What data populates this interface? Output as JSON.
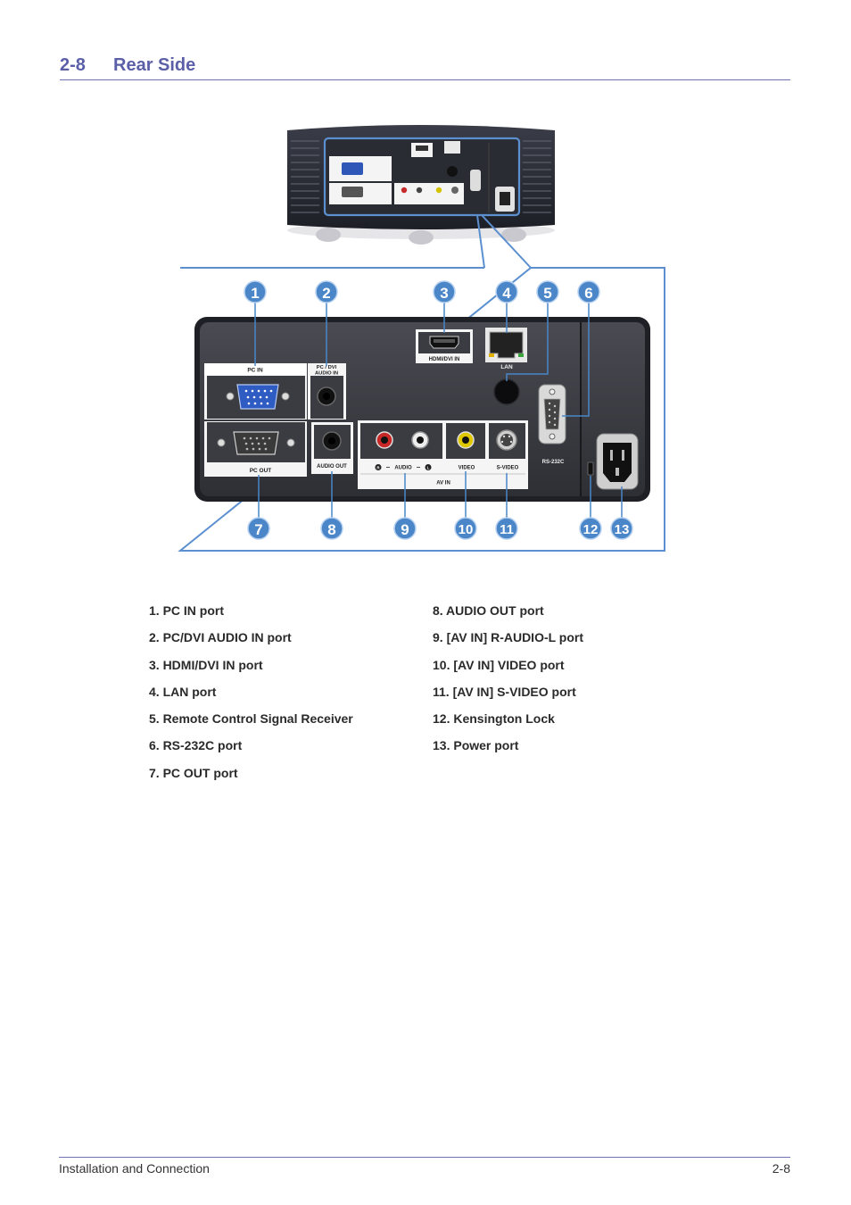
{
  "section": {
    "number": "2-8",
    "title": "Rear Side"
  },
  "callouts": [
    "1",
    "2",
    "3",
    "4",
    "5",
    "6",
    "7",
    "8",
    "9",
    "10",
    "11",
    "12",
    "13"
  ],
  "panel_labels": {
    "pc_in": "PC IN",
    "pc_dvi_audio_in_line1": "PC / DVI",
    "pc_dvi_audio_in_line2": "AUDIO IN",
    "hdmi_dvi_in": "HDMI/DVI IN",
    "lan": "LAN",
    "pc_out": "PC OUT",
    "audio_out": "AUDIO OUT",
    "audio": "AUDIO",
    "video": "VIDEO",
    "s_video": "S-VIDEO",
    "av_in": "AV IN",
    "rs232c": "RS-232C",
    "r": "R",
    "l": "L"
  },
  "ports_left": [
    "1. PC IN port",
    "2. PC/DVI AUDIO IN port",
    "3. HDMI/DVI IN port",
    "4. LAN port",
    "5. Remote Control Signal Receiver",
    "6. RS-232C port",
    "7. PC OUT port"
  ],
  "ports_right": [
    "8. AUDIO OUT port",
    "9. [AV IN] R-AUDIO-L port",
    "10. [AV IN] VIDEO port",
    "11. [AV IN] S-VIDEO port",
    "12. Kensington Lock",
    "13. Power port"
  ],
  "footer": {
    "left": "Installation and Connection",
    "right": "2-8"
  },
  "colors": {
    "accent": "#5b5fa8",
    "callout": "#4a86c8",
    "frame": "#5b8fd0"
  }
}
